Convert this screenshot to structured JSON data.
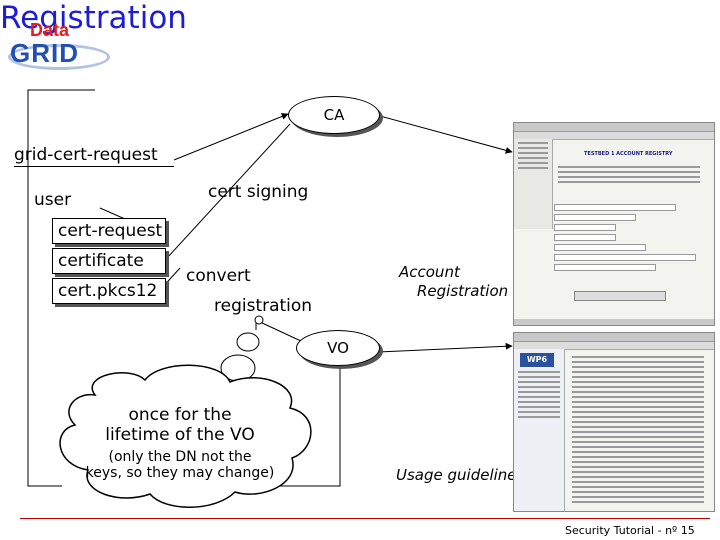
{
  "logo": {
    "line1": "Data",
    "line2": "GRID"
  },
  "title": "Registration",
  "nodes": {
    "ca": "CA",
    "grid_cert_request": "grid-cert-request",
    "user": "user",
    "cert_signing": "cert signing",
    "cert_request": "cert-request",
    "certificate": "certificate",
    "cert_pkcs12": "cert.pkcs12",
    "convert": "convert",
    "registration": "registration",
    "account_registration": [
      "Account",
      "Registration"
    ],
    "vo": "VO",
    "usage_guidelines": "Usage guidelines"
  },
  "cloud": {
    "line1": "once for the",
    "line2": "lifetime of the VO",
    "line3": "(only the DN not the",
    "line4": "keys, so they may change)"
  },
  "screens": {
    "account_page_heading": "TESTBED 1 ACCOUNT REGISTRY",
    "usage_page_logo": "WP6"
  },
  "footer": "Security Tutorial - nº 15"
}
